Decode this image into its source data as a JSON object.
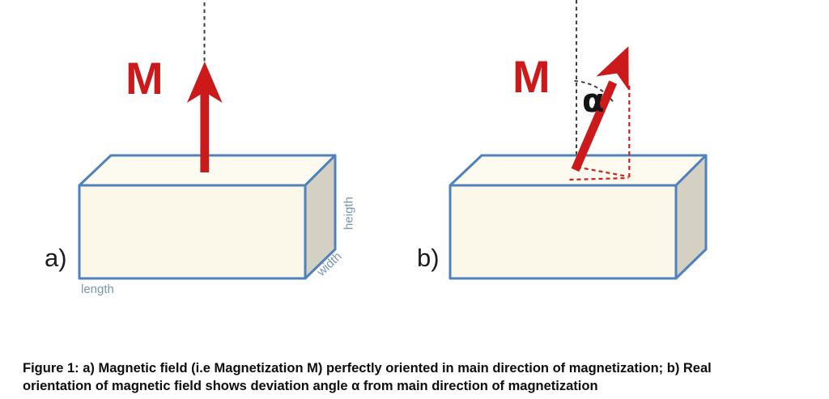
{
  "colors": {
    "arrow_red": "#cc1a1a",
    "dashed_red": "#cc2121",
    "box_stroke": "#4f81bd",
    "box_front": "#fbf8e9",
    "box_top": "#fdfaef",
    "box_side": "#d4d0c3",
    "dim_label": "#7b96b2",
    "dash_black": "#3f3f3f"
  },
  "panel_a": {
    "label": "a)",
    "magnetization": "M",
    "length_label": "length",
    "width_label": "width",
    "height_label": "heigth"
  },
  "panel_b": {
    "label": "b)",
    "magnetization": "M",
    "angle_label": "α"
  },
  "caption": {
    "line1": "Figure 1: a) Magnetic field (i.e Magnetization M) perfectly oriented in main direction of magnetization; b) Real",
    "line2": "orientation of magnetic field shows deviation angle α  from main direction of magnetization"
  }
}
